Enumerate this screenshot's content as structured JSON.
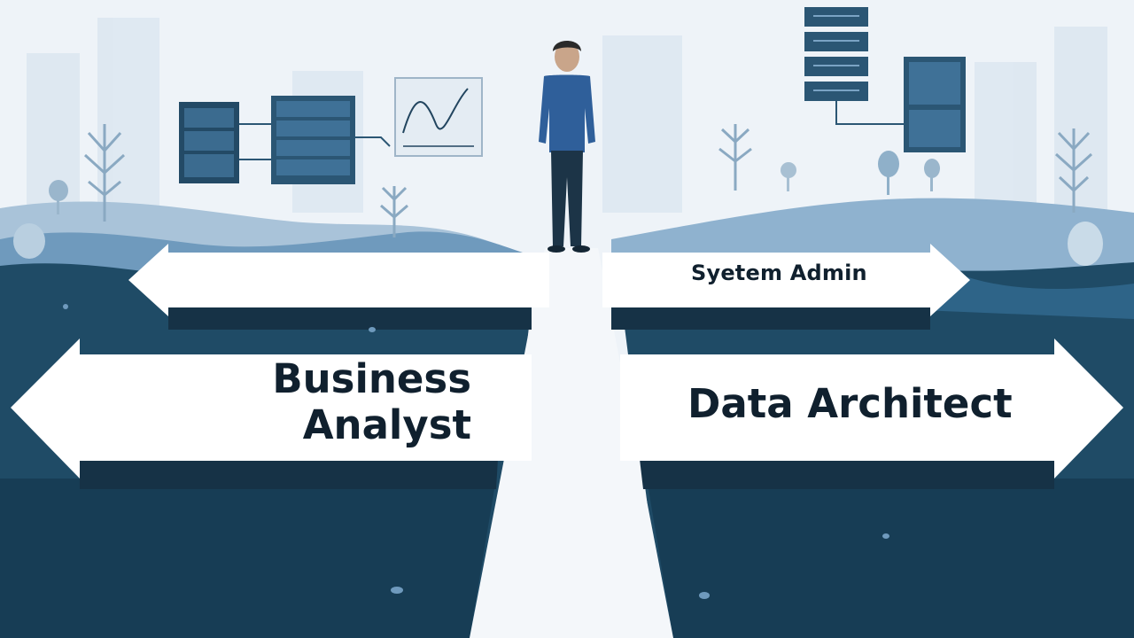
{
  "scene": {
    "palette": {
      "sky": "#eef3f8",
      "sky_far": "#dbe6f0",
      "hill_light": "#7aa3c4",
      "hill_mid": "#4f7fa4",
      "ground_dark": "#1f4b66",
      "ground_deep": "#173d55",
      "arrow": "#ffffff",
      "arrow_shadow": "#163246",
      "shirt": "#2f5f9a",
      "pants": "#1c3447",
      "label_text": "#10202e"
    },
    "icons": [
      "server-rack-icon",
      "dashboard-panel-icon",
      "line-chart-icon",
      "tree-icon",
      "person-figure"
    ]
  },
  "signs": {
    "top_right": "Syetem Admin",
    "left_line1": "Business",
    "left_line2": "Analyst",
    "right": "Data Architect"
  }
}
